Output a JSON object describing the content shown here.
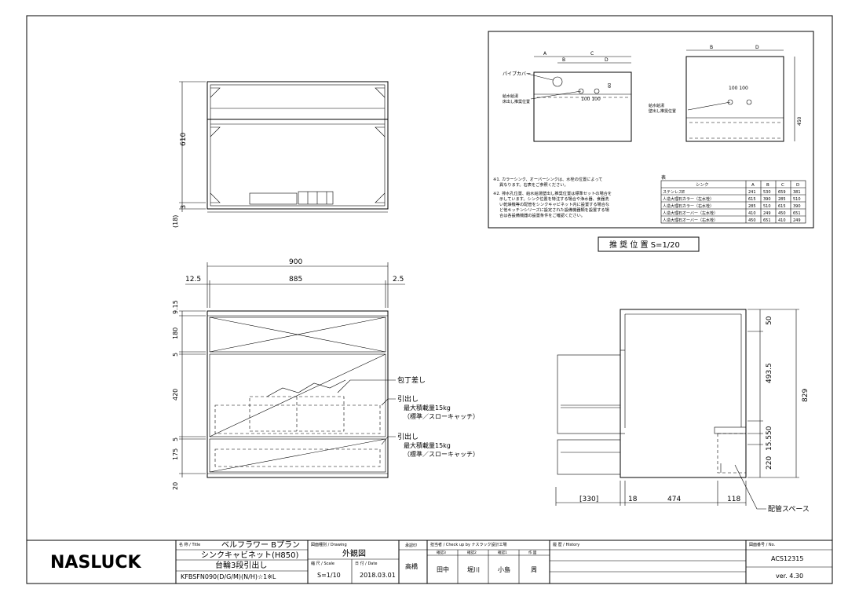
{
  "top_view": {
    "dim_610": "610",
    "dim_3": "3",
    "dim_18": "(18)"
  },
  "front_view": {
    "dim_900": "900",
    "dim_12_5": "12.5",
    "dim_885": "885",
    "dim_2_5": "2.5",
    "left_dims": [
      "9.15",
      "180",
      "5",
      "420",
      "5",
      "175",
      "20"
    ],
    "label_knife": "包丁差し",
    "label_drawer1": "引出し",
    "label_drawer1_load": "最大積載量15kg",
    "label_drawer1_type": "（標準／スローキャッチ）",
    "label_drawer2": "引出し",
    "label_drawer2_load": "最大積載量15kg",
    "label_drawer2_type": "（標準／スローキャッチ）"
  },
  "side_view": {
    "right_dims": [
      "50",
      "493.5",
      "50",
      "15.5",
      "220"
    ],
    "dim_829": "829",
    "bottom_dims": [
      "[330]",
      "18",
      "474",
      "118"
    ],
    "label_pipe_space": "配管スペース"
  },
  "inset": {
    "pipe_cover": "パイプカバー",
    "water_supply_1": "給水給湯",
    "water_supply_1b": "床出し推奨位置",
    "water_supply_2": "給水給湯",
    "water_supply_2b": "壁出し推奨位置",
    "dims_left": [
      "A",
      "B",
      "C",
      "D"
    ],
    "dims_right": [
      "B",
      "D"
    ],
    "dim_100_100_left": "100 100",
    "dim_100_100_right": "100 100",
    "dim_60": "60",
    "dim_450": "450",
    "note1": "※1. カラーシンク、オーバーシンクは、水栓の位置によって",
    "note1b": "異なります。右表をご参照ください。",
    "note2": "※2. 排水孔位置、給水給湯壁出し推奨位置は標準セットの場合を",
    "note2b": "示しています。シンク位置を特注する場合や浄水器、食器洗",
    "note2c": "い乾燥機等の配管をシンクキャビネット内に設置する場合な",
    "note2d": "ど他キッチンシリーズに設定された設備機器類を設置する場",
    "note2e": "合は各設備機器の設置条件をご確認ください。",
    "table_title": "表",
    "table_headers": [
      "シンク",
      "A",
      "B",
      "C",
      "D"
    ],
    "table_rows": [
      [
        "ステンレスE",
        "241",
        "530",
        "659",
        "381"
      ],
      [
        "人造大理石カラー（左水栓）",
        "615",
        "390",
        "285",
        "510"
      ],
      [
        "人造大理石カラー（右水栓）",
        "285",
        "510",
        "615",
        "390"
      ],
      [
        "人造大理石オーバー（左水栓）",
        "410",
        "249",
        "450",
        "651"
      ],
      [
        "人造大理石オーバー（右水栓）",
        "450",
        "651",
        "410",
        "249"
      ]
    ],
    "caption": "推 奨 位 置 S=1/20"
  },
  "title_block": {
    "logo": "NASLUCK",
    "title_label": "名 称 / Title",
    "title_line1": "ベルフラワー Bプラン",
    "title_line2": "シンクキャビネット(H850)",
    "title_line3": "台輪3段引出し",
    "title_line4": "KFBSFN090(D/G/M)(N/H)☆1※L",
    "drawing_label": "図面種別 / Drawing",
    "drawing_value": "外観図",
    "scale_label": "縮 尺 / Scale",
    "scale_value": "S=1/10",
    "date_label": "日 付 / Date",
    "date_value": "2018.03.01",
    "approval_label": "承認印",
    "approval_value": "高橋",
    "check_label": "担当者 / Check up by ナスラック設計工場",
    "check_cols": [
      "確認3",
      "確認2",
      "確認1",
      "作 図"
    ],
    "check_names": [
      "田中",
      "堀川",
      "小島",
      "周"
    ],
    "history_label": "履 歴 / History",
    "no_label": "図面番号 / No.",
    "no_value": "ACS12315",
    "version": "ver. 4.30"
  }
}
